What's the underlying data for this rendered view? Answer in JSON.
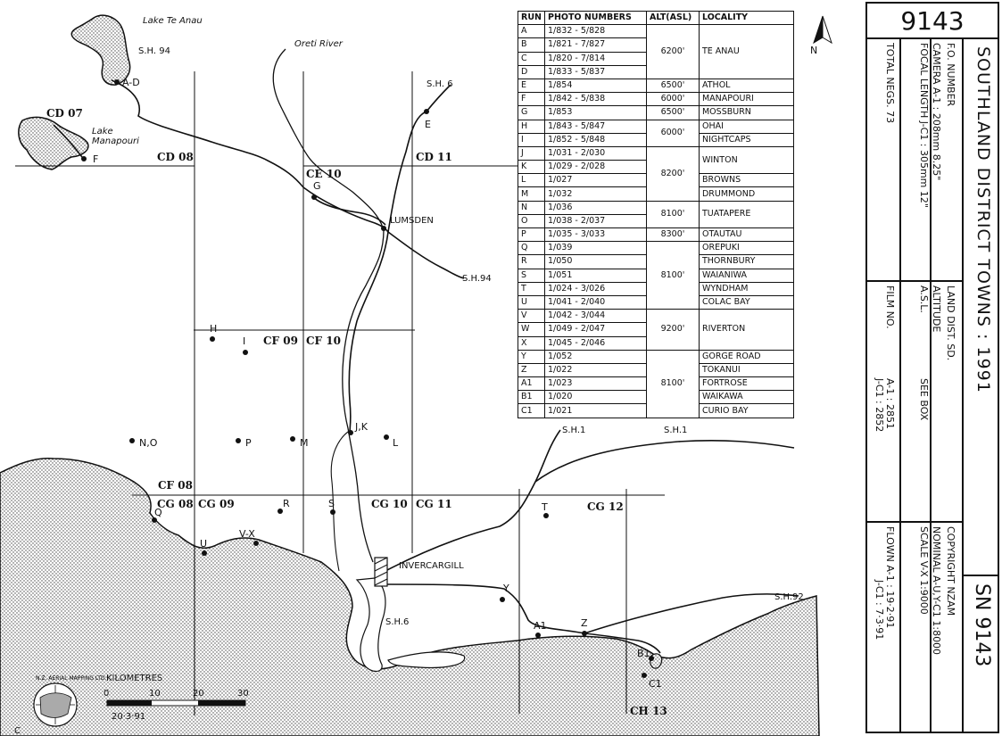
{
  "map": {
    "labels": {
      "lake_te_anau": "Lake Te Anau",
      "lake_manapouri_1": "Lake",
      "lake_manapouri_2": "Manapouri",
      "oreti_river": "Oreti River",
      "sh94_north": "S.H. 94",
      "sh6_north": "S.H. 6",
      "sh94_east": "S.H.94",
      "sh1_a": "S.H.1",
      "sh1_b": "S.H.1",
      "sh6_south": "S.H.6",
      "sh92": "S.H.92",
      "lumsden": "LUMSDEN",
      "invercargill": "INVERCARGILL"
    },
    "points": {
      "ad": "A-D",
      "f": "F",
      "e": "E",
      "g": "G",
      "h": "H",
      "i": "I",
      "jk": "J,K",
      "l": "L",
      "no": "N,O",
      "p": "P",
      "m": "M",
      "q": "Q",
      "r": "R",
      "s": "S",
      "t": "T",
      "u": "U",
      "vx": "V-X",
      "y": "Y",
      "a1": "A1",
      "z": "Z",
      "b1": "B1",
      "c1": "C1"
    },
    "grid_labels": {
      "cd07": "CD 07",
      "cd08": "CD 08",
      "cd11": "CD 11",
      "ce10": "CE 10",
      "cf09": "CF 09",
      "cf10": "CF 10",
      "cf08": "CF 08",
      "cg08": "CG 08",
      "cg09": "CG 09",
      "cg10": "CG 10",
      "cg11": "CG 11",
      "cg12": "CG 12",
      "ch13": "CH 13"
    },
    "north": "N",
    "scale": {
      "title": "KILOMETRES",
      "t0": "0",
      "t10": "10",
      "t20": "20",
      "t30": "30",
      "date": "20·3·91"
    },
    "logo_text": "N.Z. AERIAL MAPPING LTD.",
    "copyright_mark": "C"
  },
  "table": {
    "headers": [
      "RUN",
      "PHOTO NUMBERS",
      "ALT(ASL)",
      "LOCALITY"
    ],
    "rows": [
      {
        "run": "A",
        "photos": "1/832 - 5/828"
      },
      {
        "run": "B",
        "photos": "1/821 - 7/827"
      },
      {
        "run": "C",
        "photos": "1/820 - 7/814"
      },
      {
        "run": "D",
        "photos": "1/833 - 5/837"
      },
      {
        "run": "E",
        "photos": "1/854"
      },
      {
        "run": "F",
        "photos": "1/842 - 5/838"
      },
      {
        "run": "G",
        "photos": "1/853"
      },
      {
        "run": "H",
        "photos": "1/843 - 5/847"
      },
      {
        "run": "I",
        "photos": "1/852 - 5/848"
      },
      {
        "run": "J",
        "photos": "1/031 - 2/030"
      },
      {
        "run": "K",
        "photos": "1/029 - 2/028"
      },
      {
        "run": "L",
        "photos": "1/027"
      },
      {
        "run": "M",
        "photos": "1/032"
      },
      {
        "run": "N",
        "photos": "1/036"
      },
      {
        "run": "O",
        "photos": "1/038 - 2/037"
      },
      {
        "run": "P",
        "photos": "1/035 - 3/033"
      },
      {
        "run": "Q",
        "photos": "1/039"
      },
      {
        "run": "R",
        "photos": "1/050"
      },
      {
        "run": "S",
        "photos": "1/051"
      },
      {
        "run": "T",
        "photos": "1/024 - 3/026"
      },
      {
        "run": "U",
        "photos": "1/041 - 2/040"
      },
      {
        "run": "V",
        "photos": "1/042 - 3/044"
      },
      {
        "run": "W",
        "photos": "1/049 - 2/047"
      },
      {
        "run": "X",
        "photos": "1/045 - 2/046"
      },
      {
        "run": "Y",
        "photos": "1/052"
      },
      {
        "run": "Z",
        "photos": "1/022"
      },
      {
        "run": "A1",
        "photos": "1/023"
      },
      {
        "run": "B1",
        "photos": "1/020"
      },
      {
        "run": "C1",
        "photos": "1/021"
      }
    ],
    "alt_groups": [
      {
        "rows": 4,
        "alt": "6200'"
      },
      {
        "rows": 1,
        "alt": "6500'"
      },
      {
        "rows": 1,
        "alt": "6000'"
      },
      {
        "rows": 1,
        "alt": "6500'"
      },
      {
        "rows": 2,
        "alt": "6000'"
      },
      {
        "rows": 4,
        "alt": "8200'"
      },
      {
        "rows": 2,
        "alt": "8100'"
      },
      {
        "rows": 1,
        "alt": "8300'"
      },
      {
        "rows": 5,
        "alt": "8100'"
      },
      {
        "rows": 3,
        "alt": "9200'"
      },
      {
        "rows": 5,
        "alt": "8100'"
      }
    ],
    "locality_groups": [
      {
        "rows": 4,
        "loc": "TE ANAU"
      },
      {
        "rows": 1,
        "loc": "ATHOL"
      },
      {
        "rows": 1,
        "loc": "MANAPOURI"
      },
      {
        "rows": 1,
        "loc": "MOSSBURN"
      },
      {
        "rows": 1,
        "loc": "OHAI"
      },
      {
        "rows": 1,
        "loc": "NIGHTCAPS"
      },
      {
        "rows": 2,
        "loc": "WINTON"
      },
      {
        "rows": 1,
        "loc": "BROWNS"
      },
      {
        "rows": 1,
        "loc": "DRUMMOND"
      },
      {
        "rows": 2,
        "loc": "TUATAPERE"
      },
      {
        "rows": 1,
        "loc": "OTAUTAU"
      },
      {
        "rows": 1,
        "loc": "OREPUKI"
      },
      {
        "rows": 1,
        "loc": "THORNBURY"
      },
      {
        "rows": 1,
        "loc": "WAIANIWA"
      },
      {
        "rows": 1,
        "loc": "WYNDHAM"
      },
      {
        "rows": 1,
        "loc": "COLAC BAY"
      },
      {
        "rows": 3,
        "loc": "RIVERTON"
      },
      {
        "rows": 1,
        "loc": "GORGE ROAD"
      },
      {
        "rows": 1,
        "loc": "TOKANUI"
      },
      {
        "rows": 1,
        "loc": "FORTROSE"
      },
      {
        "rows": 1,
        "loc": "WAIKAWA"
      },
      {
        "rows": 1,
        "loc": "CURIO BAY"
      }
    ]
  },
  "titleblock": {
    "number_top": "9143",
    "title": "SOUTHLAND DISTRICT TOWNS : 1991",
    "sn": "SN 9143",
    "fo_label": "F.O. NUMBER",
    "camera": "CAMERA       A-1 : 208mm 8.25\"",
    "focal": "FOCAL LENGTH  J-C1 : 305mm 12\"",
    "total": "TOTAL NEGS.  73",
    "land_dist": "LAND DIST.    SD.",
    "altitude": "ALTITUDE",
    "asl": "A.S.L.",
    "see_box": "SEE BOX",
    "film_no": "FILM NO.",
    "film_a": "A-1 : 2851",
    "film_j": "J-C1 : 2852",
    "copyright": "COPYRIGHT   NZAM",
    "nominal": "NOMINAL  A-U,Y-C1 1:8000",
    "scale": "SCALE      V-X 1:9000",
    "flown": "FLOWN    A-1 : 19·2·91",
    "flown2": "J-C1 : 7·3·91"
  }
}
